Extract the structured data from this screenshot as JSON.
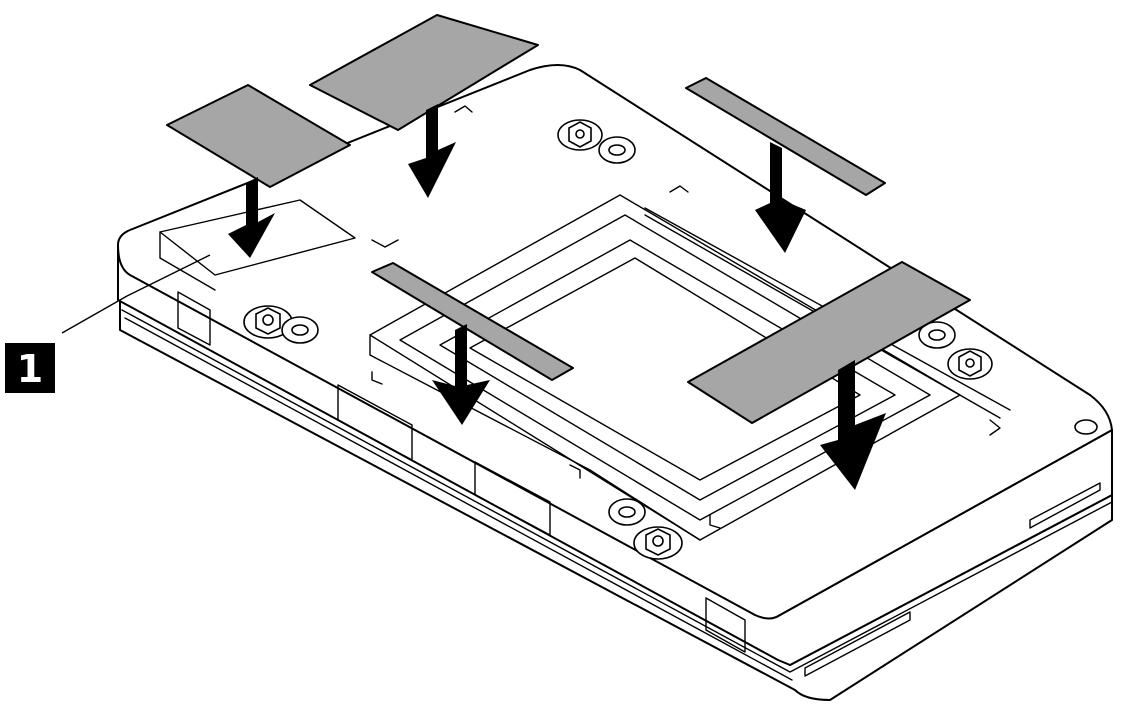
{
  "callout": {
    "label": "1"
  },
  "colors": {
    "pad_fill": "#a6a6a6",
    "line": "#000000",
    "background": "#ffffff",
    "callout_background": "#000000",
    "callout_text": "#ffffff"
  },
  "parts": {
    "pads": [
      "thermal-pad",
      "thermal-pad",
      "thermal-pad",
      "thermal-pad",
      "thermal-pad"
    ],
    "arrows": [
      "down-arrow-icon",
      "down-arrow-icon",
      "down-arrow-icon",
      "down-arrow-icon",
      "down-arrow-icon"
    ],
    "screws": [
      "hex-screw-icon",
      "hex-screw-icon",
      "hex-screw-icon"
    ],
    "standoffs": [
      "round-standoff-icon",
      "round-standoff-icon",
      "round-standoff-icon",
      "round-standoff-icon"
    ]
  }
}
